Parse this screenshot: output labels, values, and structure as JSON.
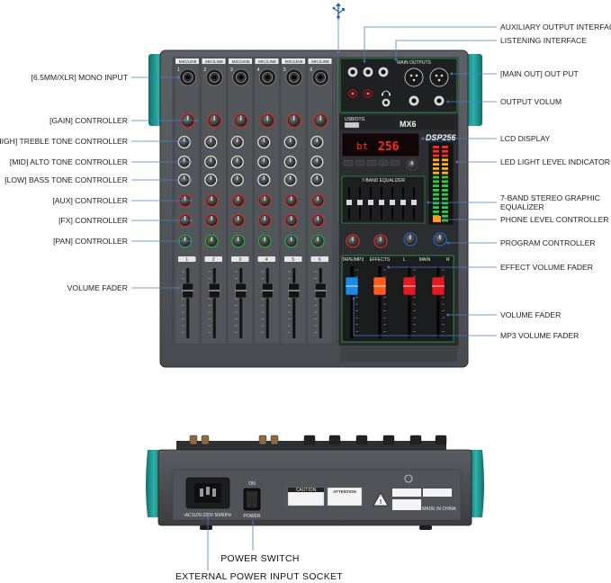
{
  "device": {
    "model": "MX6",
    "dsp_badge": "DSP256",
    "lcd_readout": "256",
    "lcd_prefix": "bt",
    "usb_label": "USB/OTG",
    "eq_title": "7-BAND EQUALIZER",
    "main_outputs_title": "MAIN OUTPUTS",
    "channel_header": "MIC/LINE",
    "channels": [
      "1",
      "2",
      "3",
      "4",
      "5",
      "6"
    ],
    "section_tapemp3": "TAPE/MP3",
    "section_effects": "EFFECTS",
    "section_main": "MAIN",
    "section_main_l": "L",
    "section_main_r": "R",
    "rear_voltage": "~AC110V-220V 50/60Hz",
    "rear_on": "ON",
    "rear_power": "POWER",
    "rear_caution": "CAUTION",
    "rear_attention": "ATTENTION",
    "rear_made_in": "MADE IN CHINA"
  },
  "callouts_left": [
    {
      "id": "mono-input",
      "label": "[6.5MM/XLR] MONO INPUT"
    },
    {
      "id": "gain",
      "label": "[GAIN] CONTROLLER"
    },
    {
      "id": "treble",
      "label": "[HIGH] TREBLE TONE CONTROLLER"
    },
    {
      "id": "alto",
      "label": "[MID] ALTO TONE CONTROLLER"
    },
    {
      "id": "bass",
      "label": "[LOW] BASS TONE CONTROLLER"
    },
    {
      "id": "aux",
      "label": "[AUX] CONTROLLER"
    },
    {
      "id": "fx",
      "label": "[FX] CONTROLLER"
    },
    {
      "id": "pan",
      "label": "[PAN] CONTROLLER"
    },
    {
      "id": "volume-fader",
      "label": "VOLUME FADER"
    }
  ],
  "callouts_right": [
    {
      "id": "aux-out",
      "label": "AUXILIARY OUTPUT INTERFACE"
    },
    {
      "id": "listening",
      "label": "LISTENING INTERFACE"
    },
    {
      "id": "main-out",
      "label": "[MAIN OUT] OUT PUT"
    },
    {
      "id": "output-volume",
      "label": "OUTPUT VOLUM"
    },
    {
      "id": "lcd",
      "label": "LCD DISPLAY"
    },
    {
      "id": "led",
      "label": "LED LIGHT LEVEL INDICATORS"
    },
    {
      "id": "geq-1",
      "label": "7-BAND STEREO GRAPHIC"
    },
    {
      "id": "geq-2",
      "label": "EQUALIZER"
    },
    {
      "id": "phone-level",
      "label": "PHONE LEVEL CONTROLLER"
    },
    {
      "id": "program",
      "label": "PROGRAM CONTROLLER"
    },
    {
      "id": "effect-fader",
      "label": "EFFECT VOLUME FADER"
    },
    {
      "id": "volume-fader-r",
      "label": "VOLUME FADER"
    },
    {
      "id": "mp3-fader",
      "label": "MP3 VOLUME FADER"
    }
  ],
  "callouts_bottom": [
    {
      "id": "power-switch",
      "label": "POWER SWITCH"
    },
    {
      "id": "power-socket",
      "label": "EXTERNAL POWER INPUT SOCKET"
    }
  ],
  "colors": {
    "panel": "#54585d",
    "panel_dark": "#2d2f32",
    "teal_cap": "#1f8f8a",
    "leader": "#4a7fc4",
    "knob_red": "#c6322a",
    "knob_green": "#2f9f45",
    "knob_blue": "#2a63b5",
    "lcd_red": "#ff2b24",
    "fader_blue": "#1e88e5",
    "fader_orange": "#ff5a1f",
    "fader_red": "#e01b24"
  },
  "icons": [
    "usb-icon",
    "headphone-icon",
    "warning-icon"
  ]
}
